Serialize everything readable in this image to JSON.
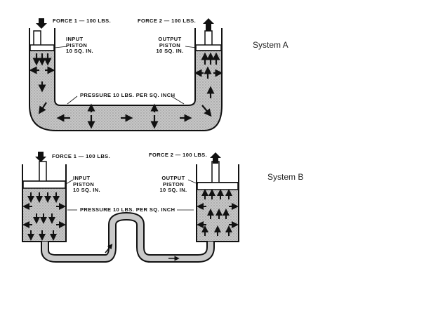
{
  "system_a": {
    "title": "System A",
    "force_1": "FORCE 1 — 100 LBS.",
    "force_2": "FORCE 2 — 100 LBS.",
    "input_piston": [
      "INPUT",
      "PISTON",
      "10 SQ. IN."
    ],
    "output_piston": [
      "OUTPUT",
      "PISTON",
      "10 SQ. IN."
    ],
    "pressure": "PRESSURE 10 LBS. PER SQ. INCH"
  },
  "system_b": {
    "title": "System B",
    "force_1": "FORCE 1 — 100 LBS.",
    "force_2": "FORCE 2 — 100 LBS.",
    "input_piston": [
      "INPUT",
      "PISTON",
      "10 SQ. IN."
    ],
    "output_piston": [
      "OUTPUT",
      "PISTON",
      "10 SQ. IN."
    ],
    "pressure": "PRESSURE 10 LBS. PER SQ. INCH"
  },
  "colors": {
    "ink": "#111111",
    "fluid": "#b9b9b9"
  }
}
